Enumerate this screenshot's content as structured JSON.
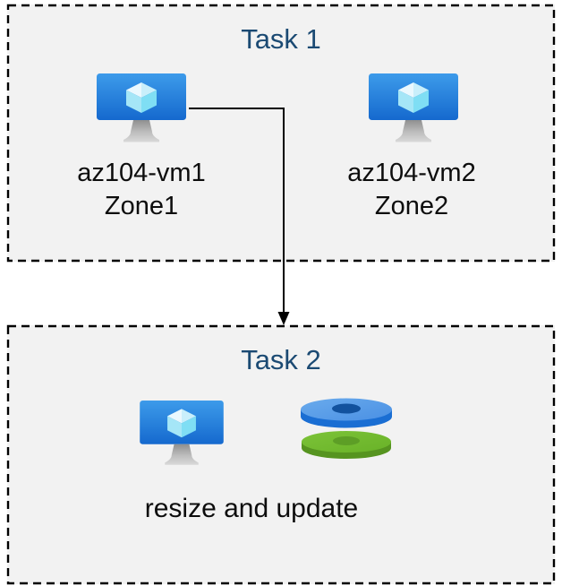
{
  "diagram": {
    "task1": {
      "title": "Task 1",
      "vms": [
        {
          "name": "az104-vm1",
          "zone": "Zone1",
          "icon": "azure-virtual-machine-icon"
        },
        {
          "name": "az104-vm2",
          "zone": "Zone2",
          "icon": "azure-virtual-machine-icon"
        }
      ]
    },
    "arrow": {
      "from": "az104-vm1",
      "to": "Task 2"
    },
    "task2": {
      "title": "Task 2",
      "caption": "resize and update",
      "icons": [
        "azure-virtual-machine-icon",
        "azure-managed-disks-icon"
      ]
    }
  },
  "colors": {
    "page_background": "#ffffff",
    "box_fill": "#f2f2f2",
    "box_border": "#000000",
    "title_text": "#1b4a73",
    "label_text": "#0d0d0d",
    "vm_screen_top": "#3d9bea",
    "vm_screen_bottom": "#1569ce",
    "vm_cube_light": "#eaf8fe",
    "vm_cube_dark": "#7fdef4",
    "disk_blue_top": "#5b9ee9",
    "disk_blue_side": "#1a6ed3",
    "disk_blue_hole": "#12529e",
    "disk_green_top": "#72ba2e",
    "disk_green_side": "#569420",
    "disk_green_hole": "#5d9e26"
  }
}
